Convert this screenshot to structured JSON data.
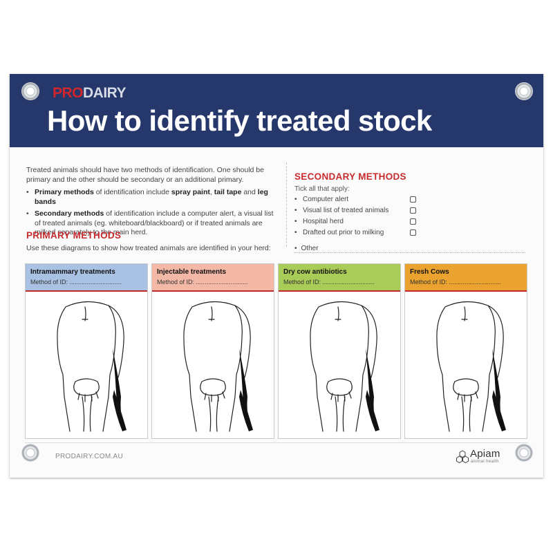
{
  "brand": {
    "pro": "PRO",
    "dairy": "DAIRY"
  },
  "title": "How to identify treated stock",
  "intro": "Treated animals should have two methods of identification. One should be primary and the other should be secondary or an additional primary.",
  "bullets": [
    {
      "dot": "•",
      "prefix_bold": "Primary methods",
      "text1": " of identification include ",
      "bold1": "spray paint",
      "sep1": ", ",
      "bold2": "tail tape",
      "sep2": " and ",
      "bold3": "leg bands"
    },
    {
      "dot": "•",
      "prefix_bold": "Secondary methods",
      "text": " of identification include a computer alert, a visual list of treated animals (eg. whiteboard/blackboard) or if treated animals are milked separately to the main herd."
    }
  ],
  "primary": {
    "heading": "PRIMARY METHODS",
    "subtext": "Use these diagrams to show how treated animals are identified in your herd:"
  },
  "secondary": {
    "heading": "SECONDARY METHODS",
    "instruction": "Tick all that apply:",
    "options": [
      {
        "dot": "•",
        "label": "Computer alert"
      },
      {
        "dot": "•",
        "label": "Visual list of treated animals"
      },
      {
        "dot": "•",
        "label": "Hospital herd"
      },
      {
        "dot": "•",
        "label": "Drafted out prior to milking"
      }
    ],
    "other": {
      "dot": "•",
      "label": "Other"
    }
  },
  "panels": [
    {
      "title": "Intramammary treatments",
      "method": "Method of ID: ..............................",
      "color": "#a9c2e3",
      "icon": "cow-rear-view-icon"
    },
    {
      "title": "Injectable treatments",
      "method": "Method of ID: ..............................",
      "color": "#f4b8a6",
      "icon": "cow-rear-view-icon"
    },
    {
      "title": "Dry cow antibiotics",
      "method": "Method of ID: ..............................",
      "color": "#a9cb58",
      "icon": "cow-rear-view-icon"
    },
    {
      "title": "Fresh Cows",
      "method": "Method of ID: ..............................",
      "color": "#eaa32e",
      "icon": "cow-rear-view-icon"
    }
  ],
  "footer": {
    "website": "PRODAIRY.COM.AU",
    "logo_name": "Apiam",
    "logo_tagline": "animal health"
  },
  "colors": {
    "header_bg": "#26376b",
    "accent_red": "#c72b2e"
  }
}
